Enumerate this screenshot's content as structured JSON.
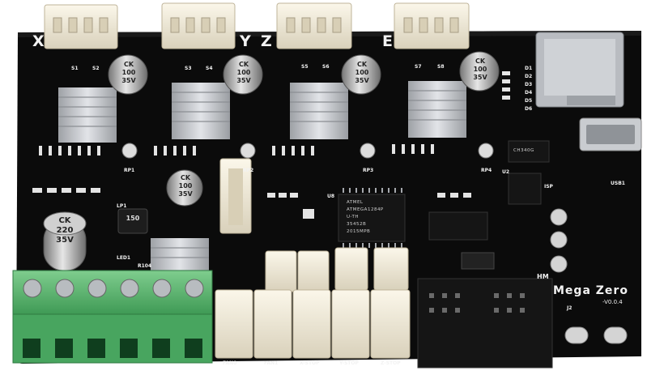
{
  "board": {
    "brand": "Mega Zero",
    "version": "-V0.0.4",
    "axis_labels": [
      "X",
      "Y",
      "Z",
      "E"
    ],
    "stepper_labels": [
      "S1",
      "S2",
      "S3",
      "S4",
      "S5",
      "S6",
      "S7",
      "S8"
    ],
    "trimpot_labels": [
      "RP1",
      "RP2",
      "RP3",
      "RP4"
    ],
    "bottom_connector_labels": [
      "FAN0",
      "FAN1",
      "X-STOP",
      "Y-STOP",
      "Z-STOP"
    ],
    "misc_labels": [
      "HM",
      "U2",
      "ISP",
      "USB1",
      "J2",
      "LP1",
      "LED1",
      "R104"
    ],
    "led_labels": [
      "D1",
      "D2",
      "D3",
      "D4",
      "D5",
      "D6"
    ]
  },
  "capacitors": {
    "small": [
      "CK",
      "100",
      "35V"
    ],
    "large": [
      "CK",
      "220",
      "35V"
    ]
  },
  "chips": {
    "mcu_lines": [
      "ATMEL",
      "ATMEGA1284P",
      "U-TH",
      "35452B",
      "2015MPB"
    ],
    "mcu_ref": "U8",
    "usb_serial": "CH340G",
    "inductor": "150"
  },
  "colors": {
    "pcb": "#0b0b0b",
    "terminal_green": "#5fb573",
    "connector_white": "#f0ead8",
    "heatsink": "#c5c7cb",
    "silkscreen": "#f2f2f2"
  }
}
